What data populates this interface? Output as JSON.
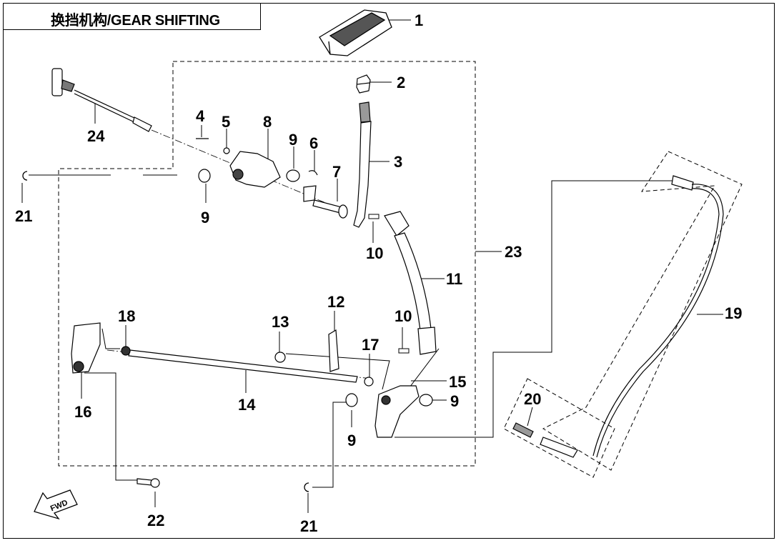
{
  "title": "换挡机构/GEAR SHIFTING",
  "fwd_label": "FWD",
  "callouts": [
    {
      "id": "c1",
      "text": "1"
    },
    {
      "id": "c2",
      "text": "2"
    },
    {
      "id": "c3",
      "text": "3"
    },
    {
      "id": "c4",
      "text": "4"
    },
    {
      "id": "c5",
      "text": "5"
    },
    {
      "id": "c6",
      "text": "6"
    },
    {
      "id": "c7",
      "text": "7"
    },
    {
      "id": "c8",
      "text": "8"
    },
    {
      "id": "c9a",
      "text": "9"
    },
    {
      "id": "c9b",
      "text": "9"
    },
    {
      "id": "c9c",
      "text": "9"
    },
    {
      "id": "c9d",
      "text": "9"
    },
    {
      "id": "c10a",
      "text": "10"
    },
    {
      "id": "c10b",
      "text": "10"
    },
    {
      "id": "c11",
      "text": "11"
    },
    {
      "id": "c12",
      "text": "12"
    },
    {
      "id": "c13",
      "text": "13"
    },
    {
      "id": "c14",
      "text": "14"
    },
    {
      "id": "c15",
      "text": "15"
    },
    {
      "id": "c16",
      "text": "16"
    },
    {
      "id": "c17",
      "text": "17"
    },
    {
      "id": "c18",
      "text": "18"
    },
    {
      "id": "c19",
      "text": "19"
    },
    {
      "id": "c20",
      "text": "20"
    },
    {
      "id": "c21a",
      "text": "21"
    },
    {
      "id": "c21b",
      "text": "21"
    },
    {
      "id": "c22",
      "text": "22"
    },
    {
      "id": "c23",
      "text": "23"
    },
    {
      "id": "c24",
      "text": "24"
    }
  ]
}
